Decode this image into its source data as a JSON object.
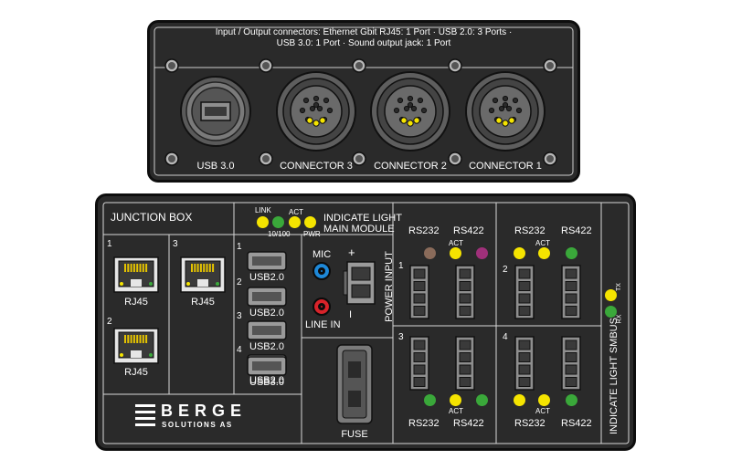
{
  "top_panel": {
    "caption_line1": "Input / Output connectors: Ethernet Gbit RJ45: 1 Port · USB 2.0: 3 Ports ·",
    "caption_line2": "USB 3.0: 1 Port · Sound output jack: 1 Port",
    "usb_label": "USB 3.0",
    "connectors": [
      "CONNECTOR 3",
      "CONNECTOR 2",
      "CONNECTOR 1"
    ]
  },
  "junction_box": {
    "title": "JUNCTION BOX",
    "indicate_main": {
      "line1": "INDICATE LIGHT",
      "line2": "MAIN MODULE",
      "link": "LINK",
      "act": "ACT",
      "speed": "10/100",
      "pwr": "PWR"
    },
    "rj45": [
      {
        "num": "1",
        "label": "RJ45"
      },
      {
        "num": "3",
        "label": "RJ45"
      },
      {
        "num": "2",
        "label": "RJ45"
      }
    ],
    "usb_ports": [
      {
        "num": "1",
        "label": "USB2.0"
      },
      {
        "num": "2",
        "label": "USB2.0"
      },
      {
        "num": "3",
        "label": "USB2.0"
      },
      {
        "num": "4",
        "label": "USB2.0"
      },
      {
        "num": "",
        "label": "USB3.0"
      }
    ],
    "audio": {
      "mic": "MIC",
      "line_in": "LINE IN"
    },
    "power": {
      "label": "POWER INPUT",
      "plus": "+",
      "minus": "I"
    },
    "fuse": "FUSE",
    "serial": {
      "rs232": "RS232",
      "rs422": "RS422",
      "act": "ACT",
      "blocks": [
        "1",
        "2",
        "3",
        "4"
      ]
    },
    "smbus": {
      "label": "INDICATE LIGHT SMBUS",
      "tx": "TX",
      "rx": "RX"
    },
    "logo": {
      "name": "BERGE",
      "sub": "SOLUTIONS AS"
    },
    "colors": {
      "yellow": "#f5e400",
      "green": "#3aa83a",
      "brown": "#8a6b5a",
      "purple": "#a0307a",
      "blue": "#1e88d8",
      "red": "#d8232a"
    }
  }
}
